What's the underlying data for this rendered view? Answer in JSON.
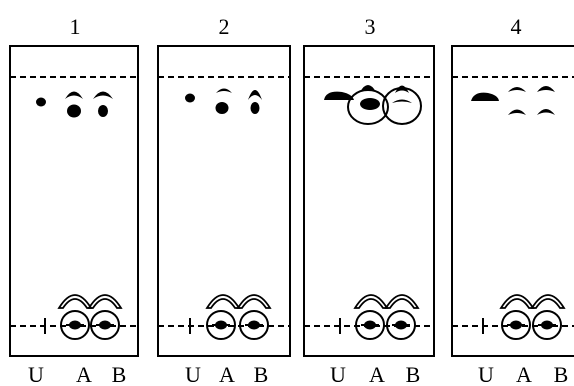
{
  "figure": {
    "background": "#ffffff",
    "ink": "#000000",
    "panels": [
      {
        "number": "1",
        "lanes": [
          "U",
          "A",
          "B"
        ]
      },
      {
        "number": "2",
        "lanes": [
          "U",
          "A",
          "B"
        ]
      },
      {
        "number": "3",
        "lanes": [
          "U",
          "A",
          "B"
        ]
      },
      {
        "number": "4",
        "lanes": [
          "U",
          "A",
          "B"
        ]
      }
    ]
  }
}
